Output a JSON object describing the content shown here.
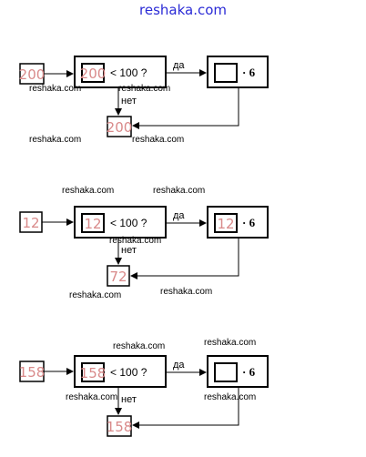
{
  "watermark_top": "reshaka.com",
  "watermark": "reshaka.com",
  "yes_label": "да",
  "no_label": "нет",
  "condition_text": "< 100 ?",
  "multiplier_text": "· 6",
  "flows": [
    {
      "input": "200",
      "in_condition": "200",
      "in_result_box": "",
      "output": "200"
    },
    {
      "input": "12",
      "in_condition": "12",
      "in_result_box": "12",
      "output": "72"
    },
    {
      "input": "158",
      "in_condition": "158",
      "in_result_box": "",
      "output": "158"
    }
  ]
}
